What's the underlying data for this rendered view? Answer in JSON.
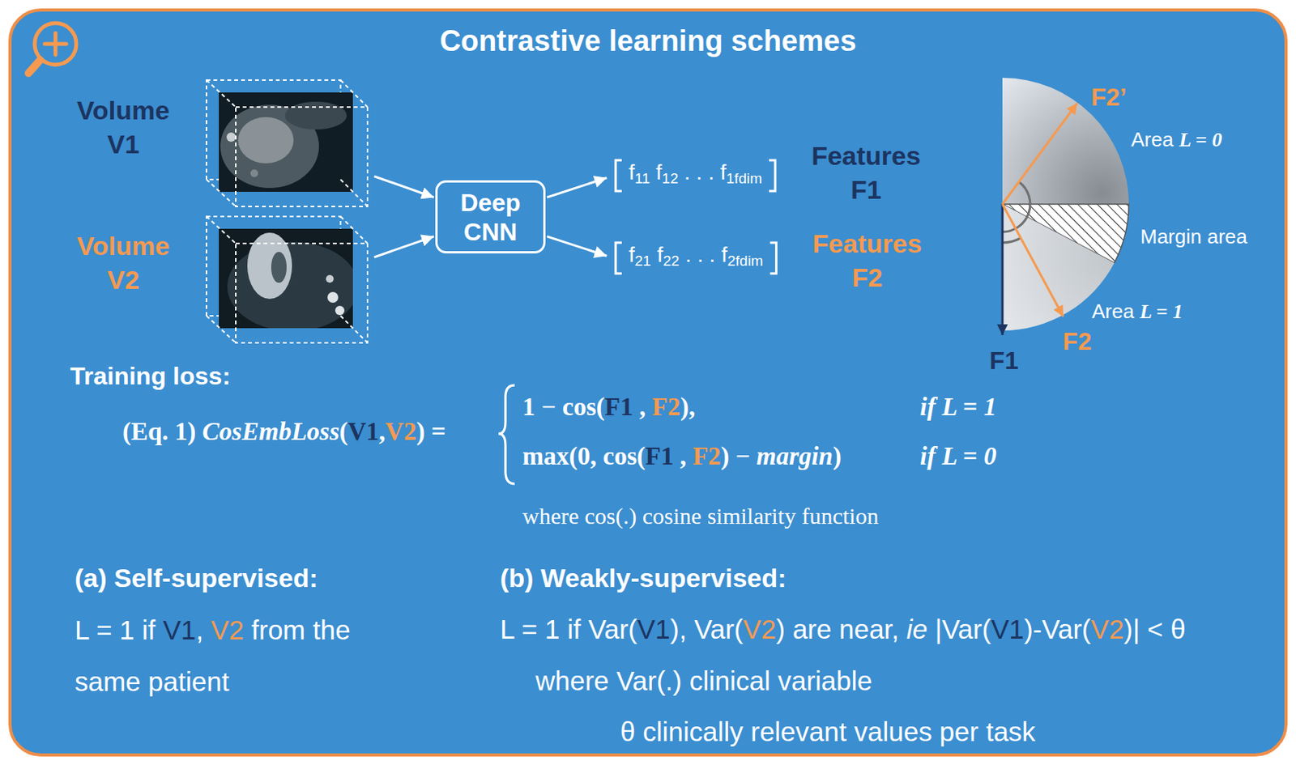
{
  "diagram": {
    "title": "Contrastive learning schemes",
    "nodes": [
      {
        "text": [
          "Volume V1"
        ]
      },
      {
        "text": [
          "Volume V2"
        ]
      },
      {
        "text": [
          "Deep CNN"
        ]
      },
      {
        "text": [
          "f11 f12 . . . f1fdim",
          "Features F1"
        ]
      },
      {
        "text": [
          "f21 f22 . . . f2fdim",
          "Features F2"
        ]
      }
    ],
    "edges": [
      {
        "from": 0,
        "to": 2,
        "arrow": "to"
      },
      {
        "from": 1,
        "to": 2,
        "arrow": "to"
      },
      {
        "from": 2,
        "to": 3,
        "arrow": "to"
      },
      {
        "from": 2,
        "to": 4,
        "arrow": "to"
      }
    ],
    "labels": [
      "F2’",
      "Area L = 0",
      "Margin area",
      "Area L = 1",
      "F2",
      "F1",
      "Training loss:",
      "(Eq. 1) CosEmbLoss(V1,V2) =",
      "1 − cos(F1 , F2),",
      "if L = 1",
      "max(0, cos(F1 , F2) − margin)",
      "if L = 0",
      "where cos(.) cosine similarity function",
      "(a) Self-supervised:",
      "L = 1 if V1, V2 from the same patient",
      "(b) Weakly-supervised:",
      "L = 1 if Var(V1), Var(V2) are near, ie |Var(V1)-Var(V2)| < θ",
      "where Var(.) clinical variable",
      "θ clinically relevant values per task"
    ]
  }
}
